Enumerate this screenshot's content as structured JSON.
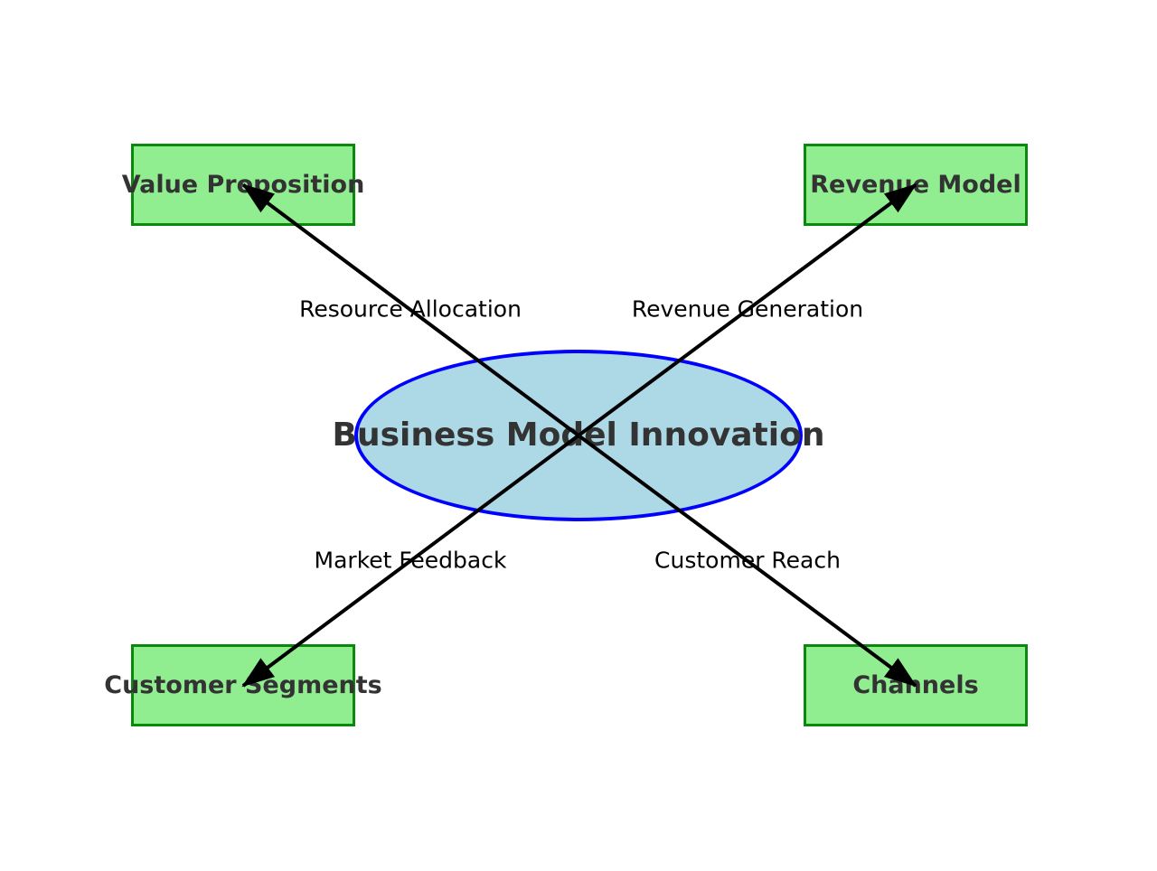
{
  "colors": {
    "node-fill": "#90EE90",
    "node-border": "#0a8a0a",
    "node-text": "#333333",
    "ellipse-fill": "#ADD8E6",
    "ellipse-border": "#0000FF",
    "arrow-color": "#000000"
  },
  "diagram": {
    "type": "hub-and-spoke concept diagram",
    "center_node": {
      "label": "Business Model Innovation",
      "shape": "ellipse"
    },
    "nodes": [
      {
        "id": "value-proposition",
        "label": "Value Proposition",
        "position": "top-left",
        "shape": "rectangle"
      },
      {
        "id": "revenue-model",
        "label": "Revenue Model",
        "position": "top-right",
        "shape": "rectangle"
      },
      {
        "id": "customer-segments",
        "label": "Customer Segments",
        "position": "bottom-left",
        "shape": "rectangle"
      },
      {
        "id": "channels",
        "label": "Channels",
        "position": "bottom-right",
        "shape": "rectangle"
      }
    ],
    "edges": [
      {
        "from": "center",
        "to": "value-proposition",
        "label": "Resource Allocation",
        "arrow": "center-to-node"
      },
      {
        "from": "center",
        "to": "revenue-model",
        "label": "Revenue Generation",
        "arrow": "center-to-node"
      },
      {
        "from": "center",
        "to": "customer-segments",
        "label": "Market Feedback",
        "arrow": "center-to-node"
      },
      {
        "from": "center",
        "to": "channels",
        "label": "Customer Reach",
        "arrow": "center-to-node"
      }
    ]
  }
}
